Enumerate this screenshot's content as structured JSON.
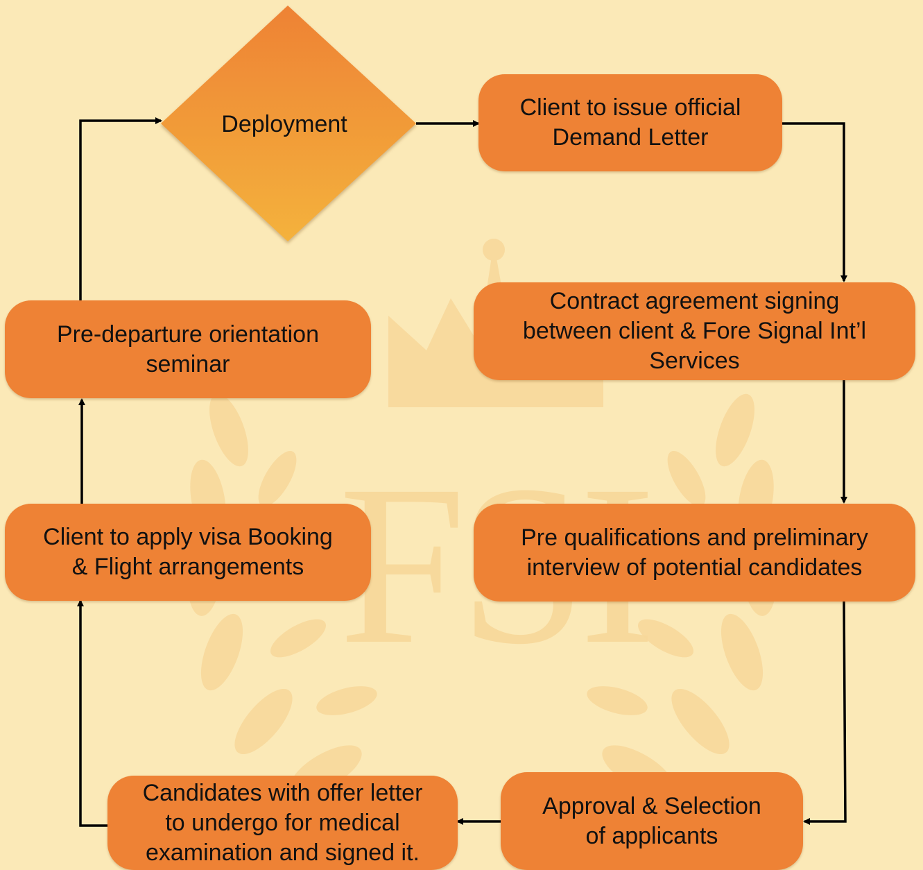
{
  "diagram": {
    "colors": {
      "background": "#fbe9b7",
      "box_fill": "#ee8235",
      "diamond_top": "#ee8235",
      "diamond_bottom": "#f4b23c",
      "arrow": "#000000",
      "watermark": "#f7d79a"
    },
    "watermark": {
      "monogram": "FSI",
      "icon": "crown-laurel-icon"
    },
    "nodes": {
      "deployment": "Deployment",
      "demand_letter": [
        "Client to issue official",
        "Demand Letter"
      ],
      "contract": [
        "Contract agreement signing",
        "between client & Fore Signal Int’l",
        "Services"
      ],
      "prequal": [
        "Pre qualifications and preliminary",
        "interview of potential candidates"
      ],
      "approval": [
        "Approval & Selection",
        "of applicants"
      ],
      "medical": [
        "Candidates with offer letter",
        "to undergo for medical",
        "examination and signed it."
      ],
      "visa": [
        "Client to apply visa Booking",
        "& Flight arrangements"
      ],
      "orientation": [
        "Pre-departure orientation",
        "seminar"
      ]
    },
    "edges": [
      {
        "from": "deployment",
        "to": "demand_letter"
      },
      {
        "from": "demand_letter",
        "to": "contract"
      },
      {
        "from": "contract",
        "to": "prequal"
      },
      {
        "from": "prequal",
        "to": "approval"
      },
      {
        "from": "approval",
        "to": "medical"
      },
      {
        "from": "medical",
        "to": "visa"
      },
      {
        "from": "visa",
        "to": "orientation"
      },
      {
        "from": "orientation",
        "to": "deployment"
      }
    ]
  }
}
